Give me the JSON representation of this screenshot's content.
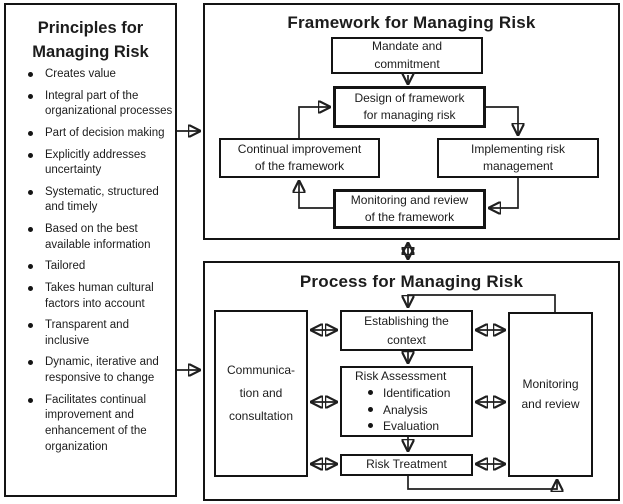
{
  "principles": {
    "title_lines": [
      "Principles for",
      "Managing Risk"
    ],
    "items": [
      "Creates value",
      "Integral part of the organizational processes",
      "Part of decision making",
      "Explicitly addresses uncertainty",
      "Systematic, structured and timely",
      "Based on the best available information",
      "Tailored",
      "Takes human cultural factors into account",
      "Transparent and inclusive",
      "Dynamic, iterative and responsive to change",
      "Facilitates continual improvement and enhancement of the organization"
    ]
  },
  "framework": {
    "title": "Framework for Managing Risk",
    "boxes": {
      "mandate": {
        "lines": [
          "Mandate and",
          "commitment"
        ]
      },
      "design": {
        "lines": [
          "Design of framework",
          "for managing risk"
        ]
      },
      "continual": {
        "lines": [
          "Continual improvement",
          "of the framework"
        ]
      },
      "implementing": {
        "lines": [
          "Implementing risk",
          "management"
        ]
      },
      "monitoring": {
        "lines": [
          "Monitoring and review",
          "of the framework"
        ]
      }
    }
  },
  "process": {
    "title": "Process for Managing Risk",
    "boxes": {
      "communication": {
        "lines": [
          "Communica-",
          "tion and",
          "consultation"
        ]
      },
      "establishing": {
        "lines": [
          "Establishing the",
          "context"
        ]
      },
      "risk_assessment": {
        "title": "Risk Assessment",
        "bullets": [
          "Identification",
          "Analysis",
          "Evaluation"
        ]
      },
      "risk_treatment": {
        "label": "Risk Treatment"
      },
      "monitoring": {
        "lines": [
          "Monitoring",
          "and review"
        ]
      }
    }
  },
  "colors": {
    "ink": "#1a1a1a",
    "background": "#ffffff"
  }
}
